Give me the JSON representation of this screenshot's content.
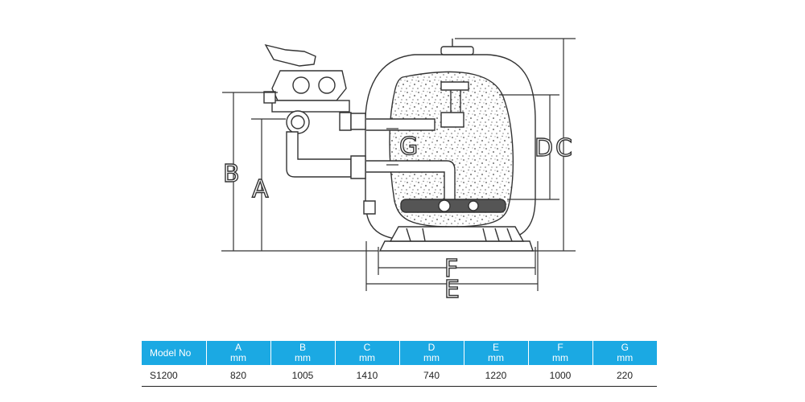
{
  "diagram": {
    "dimension_labels": {
      "a": "A",
      "b": "B",
      "c": "C",
      "d": "D",
      "e": "E",
      "f": "F",
      "g": "G"
    }
  },
  "table": {
    "model_header": "Model No",
    "columns": [
      {
        "letter": "A",
        "unit": "mm"
      },
      {
        "letter": "B",
        "unit": "mm"
      },
      {
        "letter": "C",
        "unit": "mm"
      },
      {
        "letter": "D",
        "unit": "mm"
      },
      {
        "letter": "E",
        "unit": "mm"
      },
      {
        "letter": "F",
        "unit": "mm"
      },
      {
        "letter": "G",
        "unit": "mm"
      }
    ],
    "rows": [
      {
        "model": "S1200",
        "values": [
          "820",
          "1005",
          "1410",
          "740",
          "1220",
          "1000",
          "220"
        ]
      }
    ]
  },
  "colors": {
    "header_bg": "#1ba9e3",
    "line": "#333333"
  }
}
